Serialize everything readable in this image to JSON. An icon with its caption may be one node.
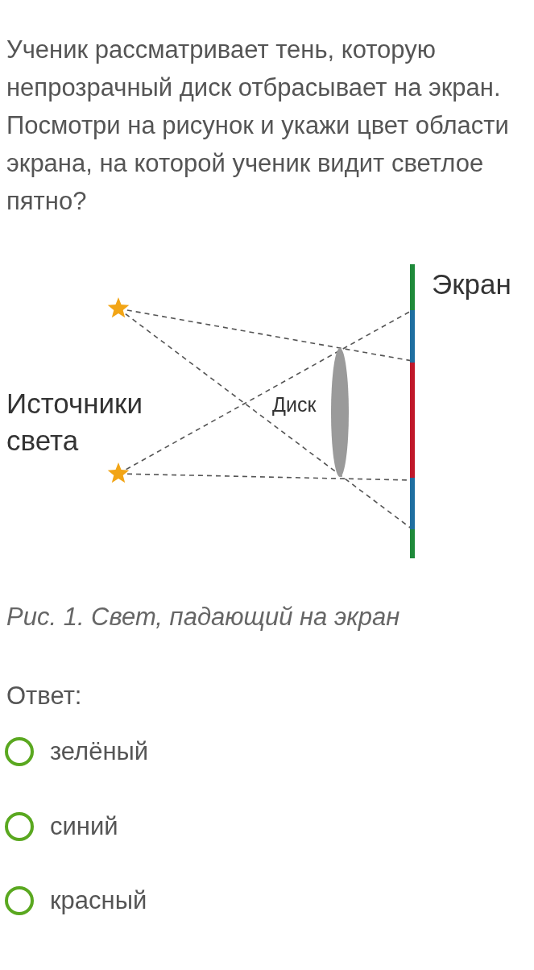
{
  "diagram": {
    "title": "Ученик рассматривает тень, которую непрозрачный диск отбрасывает на экран. Посмотри на рисунок и укажи цвет области экрана, на которой ученик видит светлое пятно?",
    "caption": "Рис. 1. Свет, падающий на экран",
    "nodes": [
      {
        "text": [
          "Диск"
        ]
      }
    ],
    "labels": [
      "Экран",
      "Источники света",
      "Ответ:",
      "зелёный",
      "синий",
      "красный"
    ]
  }
}
